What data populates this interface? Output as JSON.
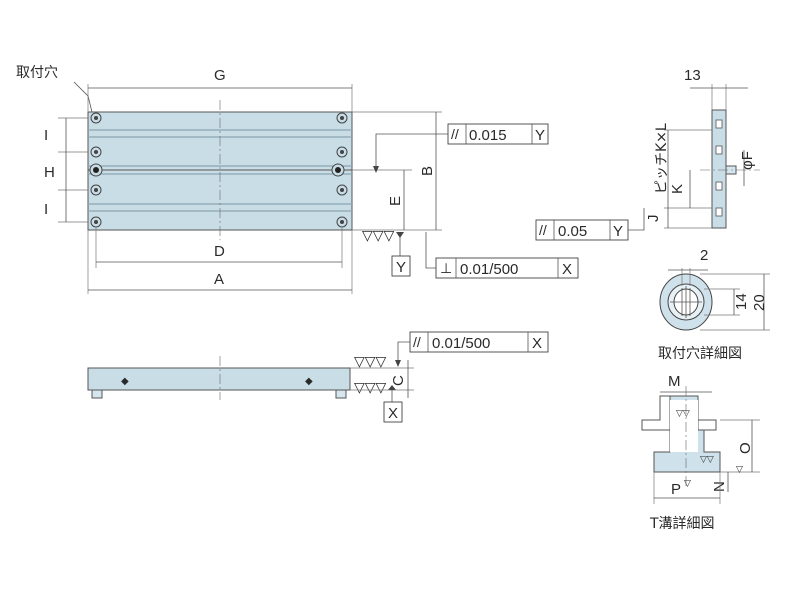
{
  "labels": {
    "mount_hole": "取付穴",
    "G": "G",
    "I": "I",
    "H": "H",
    "D": "D",
    "A": "A",
    "B": "B",
    "E": "E",
    "Y": "Y",
    "X": "X",
    "C": "C",
    "K": "K",
    "J": "J",
    "pitch": "ピッチK×L",
    "phiF": "φF",
    "M": "M",
    "O": "O",
    "N": "N",
    "P": "P"
  },
  "dimensions": {
    "width_13": "13",
    "hole_2": "2",
    "hole_14": "14",
    "hole_20": "20"
  },
  "tolerances": {
    "parallel_top": {
      "symbol": "//",
      "value": "0.015",
      "datum": "Y"
    },
    "perpendicular": {
      "symbol": "⊥",
      "value": "0.01/500",
      "datum": "X"
    },
    "parallel_side": {
      "symbol": "//",
      "value": "0.05",
      "datum": "Y"
    },
    "parallel_front": {
      "symbol": "//",
      "value": "0.01/500",
      "datum": "X"
    }
  },
  "captions": {
    "hole_detail": "取付穴詳細図",
    "tslot_detail": "T溝詳細図"
  }
}
